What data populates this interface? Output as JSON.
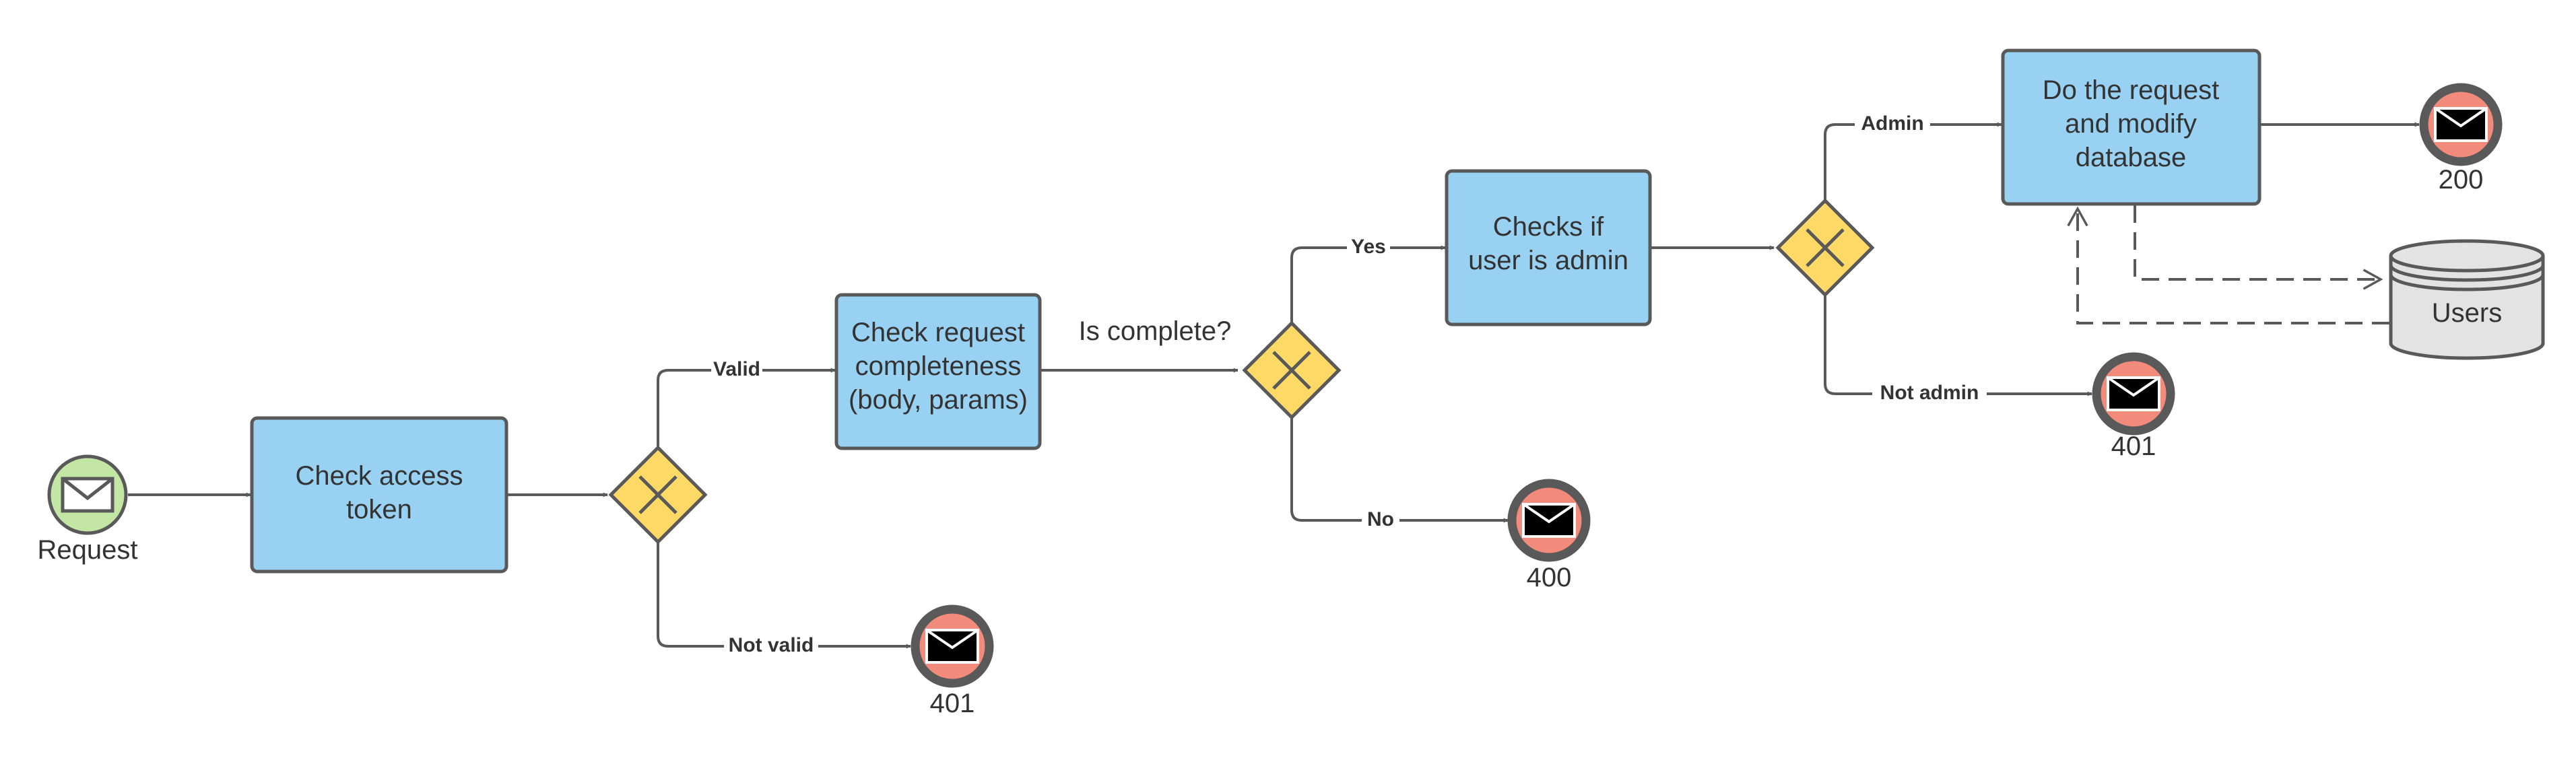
{
  "colors": {
    "task_fill": "#99d1f2",
    "task_stroke": "#595959",
    "gateway_fill": "#ffd966",
    "start_fill": "#c3e6a5",
    "end_fill": "#f28b7b",
    "database_fill": "#e3e3e3",
    "line": "#595959"
  },
  "start_event": {
    "label": "Request",
    "icon": "envelope-icon"
  },
  "tasks": {
    "check_token": {
      "lines": [
        "Check access",
        "token"
      ]
    },
    "check_completeness": {
      "lines": [
        "Check request",
        "completeness",
        "(body, params)"
      ]
    },
    "check_admin": {
      "lines": [
        "Checks if",
        "user is admin"
      ]
    },
    "do_request": {
      "lines": [
        "Do the request",
        "and modify",
        "database"
      ]
    }
  },
  "gateways": {
    "token_gateway": {
      "icon": "x-icon"
    },
    "complete_gateway": {
      "icon": "x-icon",
      "question": "Is complete?"
    },
    "admin_gateway": {
      "icon": "x-icon"
    }
  },
  "edge_labels": {
    "valid": "Valid",
    "not_valid": "Not valid",
    "yes": "Yes",
    "no": "No",
    "admin": "Admin",
    "not_admin": "Not admin"
  },
  "end_events": {
    "not_valid_end": {
      "label": "401",
      "icon": "envelope-icon"
    },
    "incomplete_end": {
      "label": "400",
      "icon": "envelope-icon"
    },
    "not_admin_end": {
      "label": "401",
      "icon": "envelope-icon"
    },
    "success_end": {
      "label": "200",
      "icon": "envelope-icon"
    }
  },
  "data_store": {
    "label": "Users",
    "icon": "database-icon"
  }
}
